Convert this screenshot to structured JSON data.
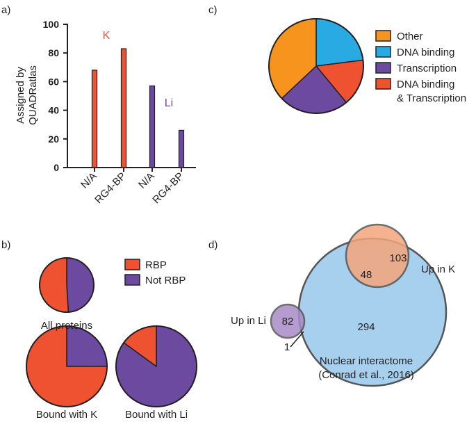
{
  "panels": {
    "a": "a)",
    "b": "b)",
    "c": "c)",
    "d": "d)"
  },
  "colors": {
    "red": "#ef5230",
    "purple": "#6b4aa0",
    "orange": "#f7941d",
    "blue": "#29aae2",
    "light_blue": "#a7d0ee",
    "light_orange": "#f4a57c",
    "light_purple": "#a78bc7"
  },
  "chart_data": [
    {
      "type": "bar",
      "panel": "a",
      "ylabel_line1": "Assigned by",
      "ylabel_line2": "QUADRatlas",
      "ylim": [
        0,
        100
      ],
      "yticks": [
        0,
        20,
        40,
        60,
        80,
        100
      ],
      "categories": [
        "N/A",
        "RG4-BP",
        "N/A",
        "RG4-BP"
      ],
      "series": [
        {
          "name": "K",
          "values": [
            68,
            83,
            null,
            null
          ]
        },
        {
          "name": "Li",
          "values": [
            null,
            null,
            57,
            26
          ]
        }
      ]
    },
    {
      "type": "pie",
      "panel": "c",
      "legend": [
        "Other",
        "DNA binding",
        "Transcription",
        "DNA binding",
        "& Transcription"
      ],
      "slices": [
        {
          "label": "DNA binding",
          "value": 23
        },
        {
          "label": "DNA binding & Transcription",
          "value": 16
        },
        {
          "label": "Transcription",
          "value": 24
        },
        {
          "label": "Other",
          "value": 37
        }
      ]
    },
    {
      "type": "pie",
      "panel": "b",
      "legend": [
        "RBP",
        "Not RBP"
      ],
      "pies": [
        {
          "title": "All proteins",
          "rbp": 51,
          "not_rbp": 49
        },
        {
          "title": "Bound with K",
          "rbp": 75,
          "not_rbp": 25
        },
        {
          "title": "Bound with Li",
          "rbp": 15,
          "not_rbp": 85
        }
      ]
    },
    {
      "type": "venn",
      "panel": "d",
      "sets": [
        "Up in Li",
        "Up in K",
        "Nuclear interactome",
        "(Conrad et al., 2016)"
      ],
      "counts": {
        "li_only": "82",
        "k_only": "103",
        "k_nuclear": "48",
        "nuclear_only": "294",
        "li_nuclear": "1"
      }
    }
  ]
}
